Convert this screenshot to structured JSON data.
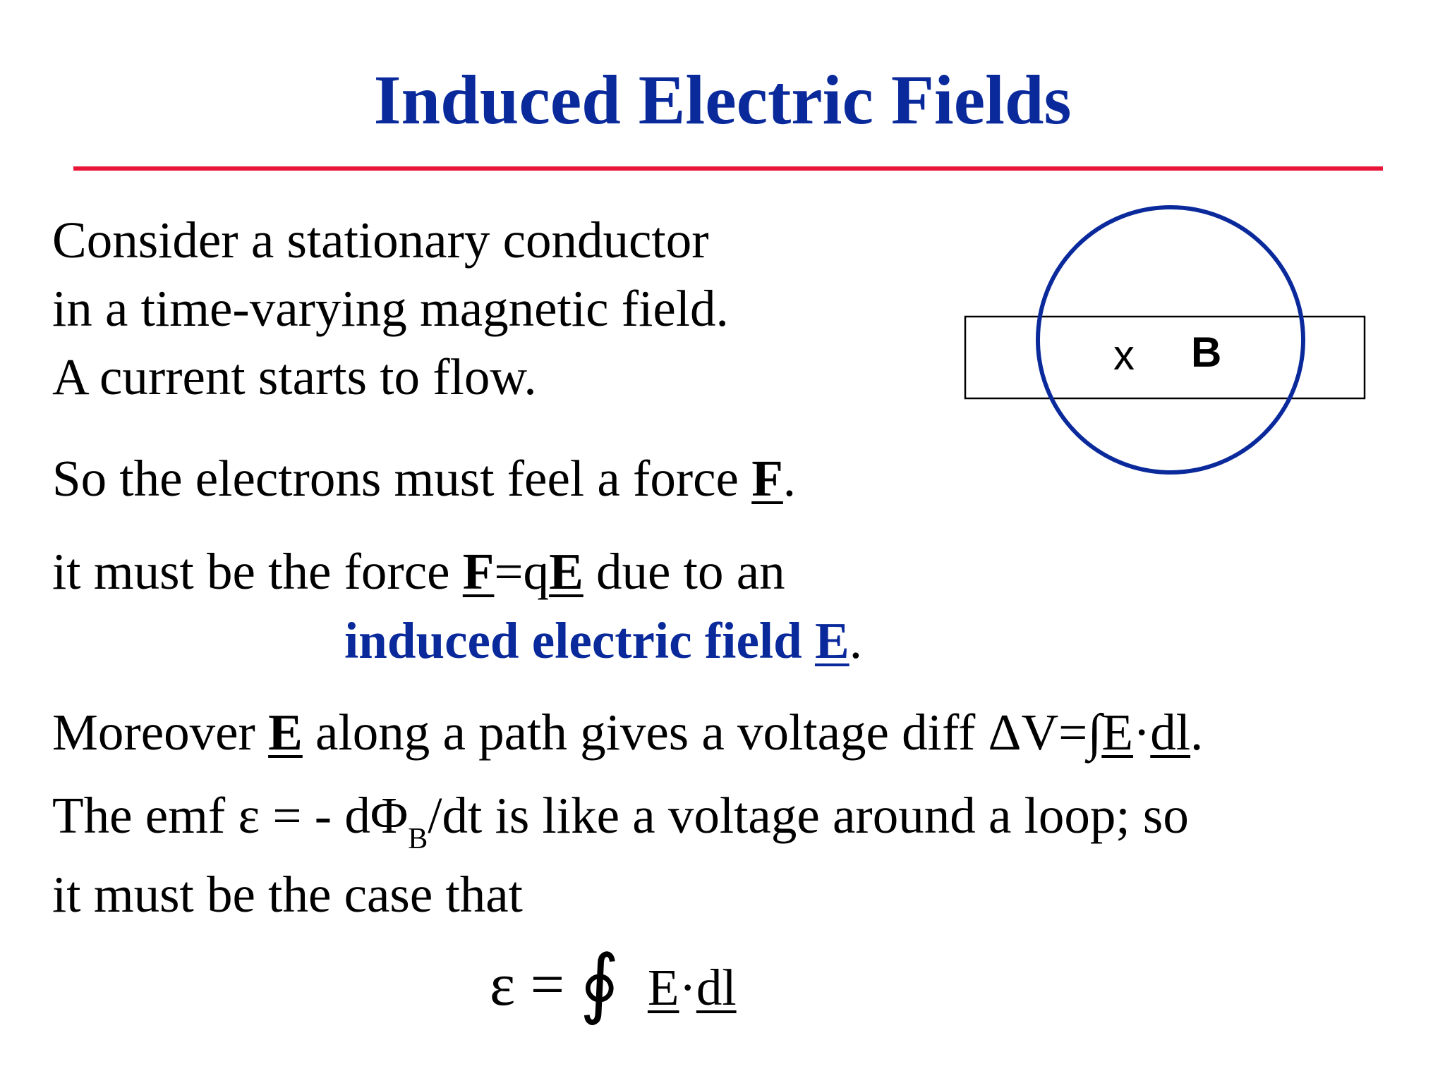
{
  "title": {
    "text": "Induced Electric Fields",
    "color": "#0a2a9c"
  },
  "rule_color": "#e8173a",
  "intro": {
    "line1": "Consider a stationary conductor",
    "line2": "in a time-varying magnetic field.",
    "line3": "A current starts to flow."
  },
  "force_line": {
    "text": "So the electrons must feel a force ",
    "symbol": "F",
    "end": "."
  },
  "fqe_line": {
    "text1": "it must be the force ",
    "F": "F",
    "eq": "=q",
    "E": "E",
    "text2": " due to an"
  },
  "induced_line": {
    "text": "induced electric field ",
    "E": "E",
    "end": ".",
    "color": "#0a2a9c"
  },
  "moreover_line": {
    "text1": "Moreover ",
    "E": "E",
    "text2": " along a path gives a voltage diff ΔV=∫",
    "E2": "E",
    "dot": "·",
    "dl": "dl",
    "end": "."
  },
  "emf_line": {
    "text1": "The emf  ε = - dΦ",
    "sub": "B",
    "text2": "/dt is like a voltage around a loop; so"
  },
  "case_line": {
    "text": "it must be the case that"
  },
  "formula": {
    "lhs": "ε = ",
    "integral": "∮",
    "E": "E",
    "dot": "·",
    "dl": "dl"
  },
  "diagram": {
    "x_label": "x",
    "b_label": "B",
    "circle_color": "#0a2a9c"
  }
}
